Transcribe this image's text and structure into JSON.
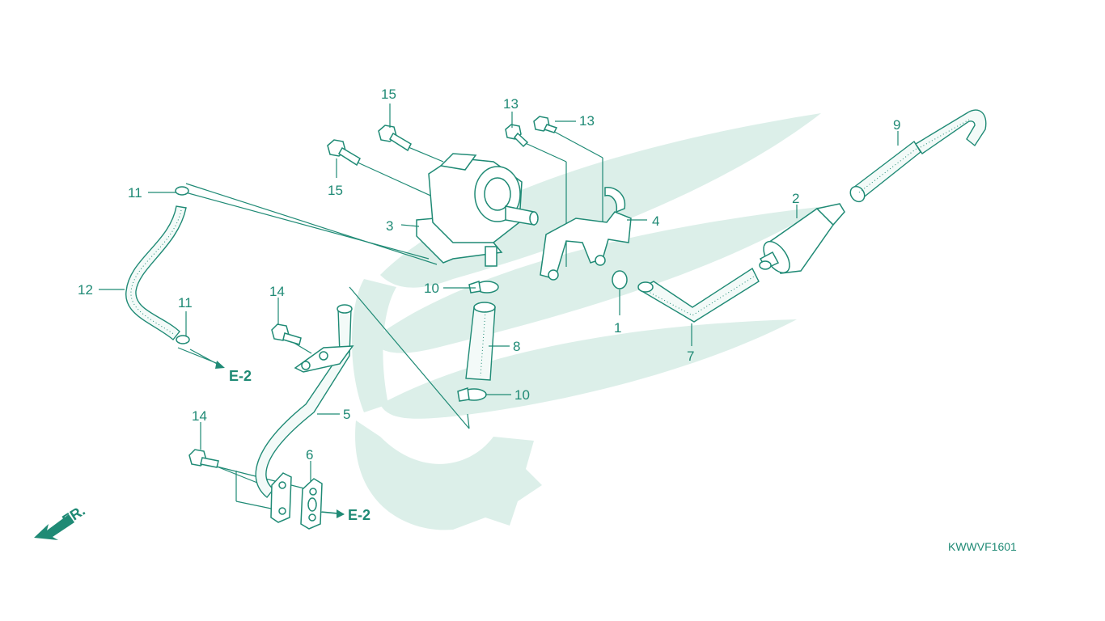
{
  "diagram_code": "KWWVF1601",
  "front_marker": "FR.",
  "refs": [
    "E-2",
    "E-2"
  ],
  "callouts": [
    "1",
    "2",
    "3",
    "4",
    "5",
    "6",
    "7",
    "8",
    "9",
    "10",
    "10",
    "11",
    "11",
    "12",
    "13",
    "13",
    "14",
    "14",
    "15",
    "15"
  ],
  "colors": {
    "ink": "#1f8a75",
    "watermark": "#dcefe9"
  }
}
